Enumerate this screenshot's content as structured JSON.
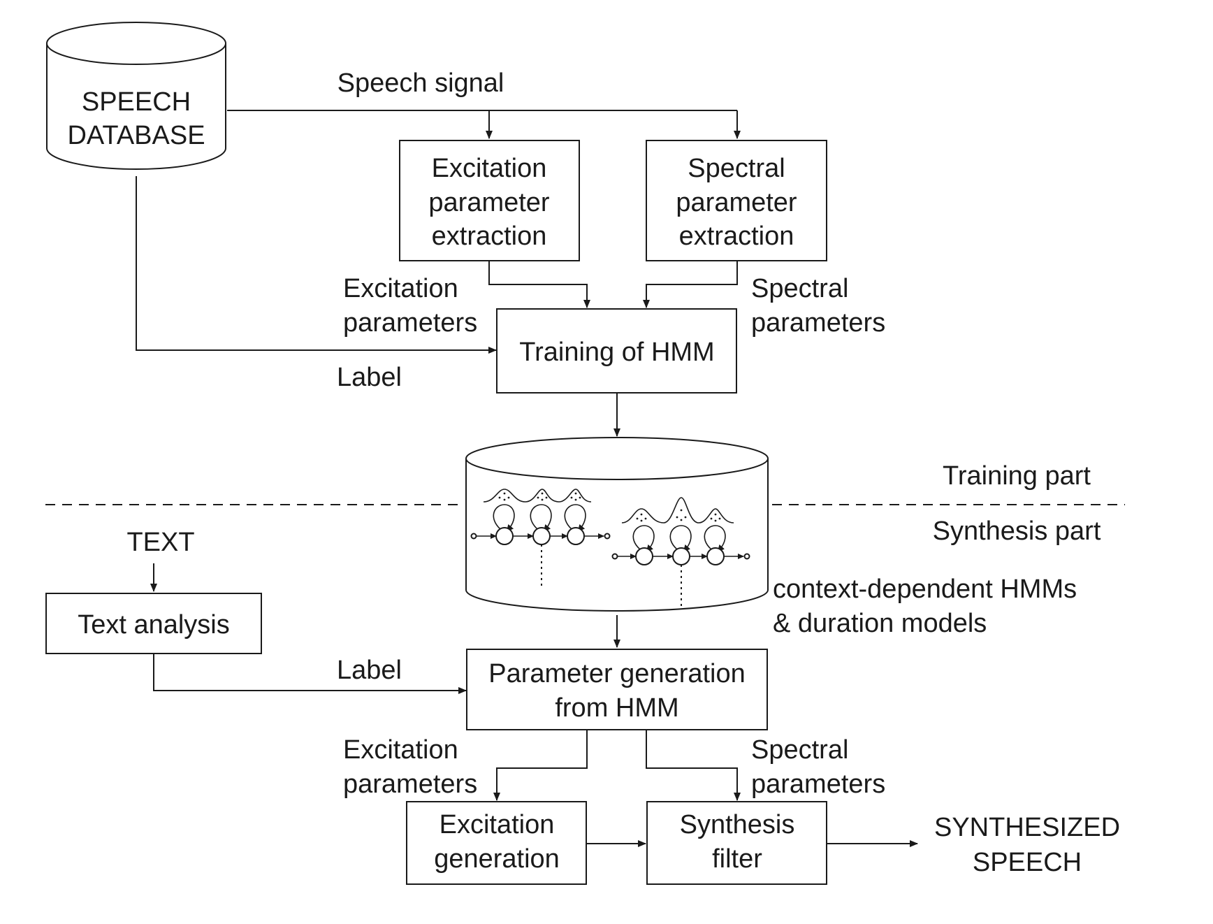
{
  "nodes": {
    "speech_database": [
      "SPEECH",
      "DATABASE"
    ],
    "excitation_extraction": [
      "Excitation",
      "parameter",
      "extraction"
    ],
    "spectral_extraction": [
      "Spectral",
      "parameter",
      "extraction"
    ],
    "training_hmm": [
      "Training of HMM"
    ],
    "text": [
      "TEXT"
    ],
    "text_analysis": [
      "Text analysis"
    ],
    "parameter_generation": [
      "Parameter generation",
      "from HMM"
    ],
    "excitation_generation": [
      "Excitation",
      "generation"
    ],
    "synthesis_filter": [
      "Synthesis",
      "filter"
    ],
    "synthesized_speech": [
      "SYNTHESIZED",
      "SPEECH"
    ]
  },
  "labels": {
    "speech_signal": [
      "Speech signal"
    ],
    "excitation_params_train": [
      "Excitation",
      "parameters"
    ],
    "spectral_params_train": [
      "Spectral",
      "parameters"
    ],
    "label_train": [
      "Label"
    ],
    "training_part": [
      "Training part"
    ],
    "synthesis_part": [
      "Synthesis part"
    ],
    "hmm_db_caption": [
      "context-dependent HMMs",
      "& duration models"
    ],
    "label_synth": [
      "Label"
    ],
    "excitation_params_synth": [
      "Excitation",
      "parameters"
    ],
    "spectral_params_synth": [
      "Spectral",
      "parameters"
    ]
  }
}
